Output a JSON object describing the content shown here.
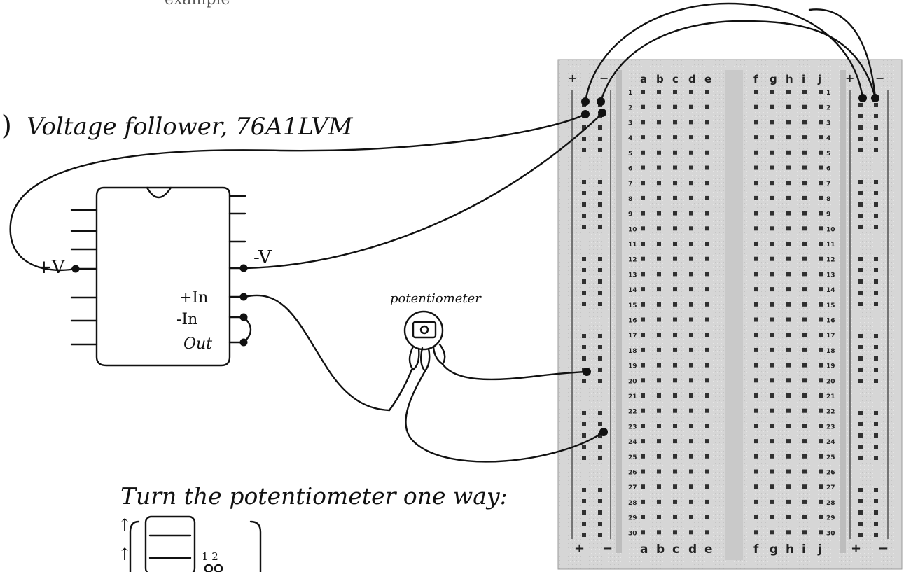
{
  "header_fragment": "example",
  "title": "Voltage follower, 76A1LVM",
  "title_prefix": ")",
  "chip": {
    "pin_labels": {
      "plus_v": "+V",
      "minus_v": "-V",
      "plus_in": "+In",
      "minus_in": "-In",
      "out": "Out"
    }
  },
  "potentiometer_label": "potentiometer",
  "instruction": "Turn the potentiometer one way:",
  "pot_diagram_pins": "1 2",
  "breadboard": {
    "rail_plus": "+",
    "rail_minus": "−",
    "left_columns": [
      "a",
      "b",
      "c",
      "d",
      "e"
    ],
    "right_columns": [
      "f",
      "g",
      "h",
      "i",
      "j"
    ],
    "rows": 30
  },
  "colors": {
    "ink": "#111111",
    "board": "#d8d8d8",
    "hole": "#303030"
  }
}
